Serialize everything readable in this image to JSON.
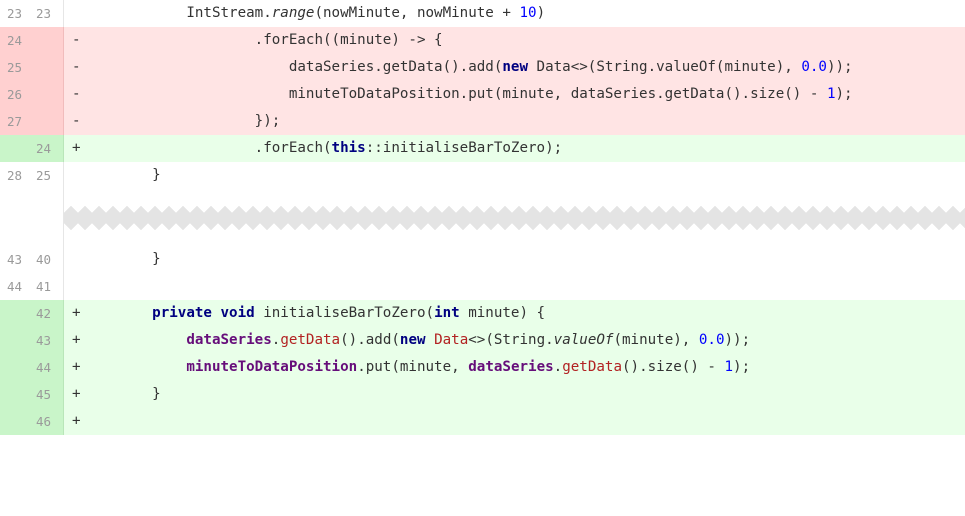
{
  "colors": {
    "deleted_bg": "#ffe4e4",
    "deleted_gutter": "#ffd0d0",
    "added_bg": "#e9ffe9",
    "added_gutter": "#c9f5c9",
    "keyword": "#000080",
    "number": "#0000ff",
    "field": "#660e7a",
    "method_call": "#b22222"
  },
  "lines": [
    {
      "old": "23",
      "new": "23",
      "sign": "",
      "type": "context"
    },
    {
      "old": "24",
      "new": "",
      "sign": "-",
      "type": "del"
    },
    {
      "old": "25",
      "new": "",
      "sign": "-",
      "type": "del"
    },
    {
      "old": "26",
      "new": "",
      "sign": "-",
      "type": "del"
    },
    {
      "old": "27",
      "new": "",
      "sign": "-",
      "type": "del"
    },
    {
      "old": "",
      "new": "24",
      "sign": "+",
      "type": "add"
    },
    {
      "old": "28",
      "new": "25",
      "sign": "",
      "type": "context"
    },
    {
      "old": "43",
      "new": "40",
      "sign": "",
      "type": "context"
    },
    {
      "old": "44",
      "new": "41",
      "sign": "",
      "type": "context"
    },
    {
      "old": "",
      "new": "42",
      "sign": "+",
      "type": "add"
    },
    {
      "old": "",
      "new": "43",
      "sign": "+",
      "type": "add"
    },
    {
      "old": "",
      "new": "44",
      "sign": "+",
      "type": "add"
    },
    {
      "old": "",
      "new": "45",
      "sign": "+",
      "type": "add"
    },
    {
      "old": "",
      "new": "46",
      "sign": "+",
      "type": "add"
    }
  ],
  "code": {
    "l0": {
      "a": "        IntStream.",
      "b": "range",
      "c": "(nowMinute, nowMinute + ",
      "d": "10",
      "e": ")"
    },
    "l1": {
      "a": "                .forEach((minute) -> {"
    },
    "l2": {
      "a": "                    dataSeries.getData().add(",
      "kw": "new",
      "b": " Data<>(String.valueOf(minute), ",
      "n": "0.0",
      "c": "));"
    },
    "l3": {
      "a": "                    minuteToDataPosition.put(minute, dataSeries.getData().size() - ",
      "n": "1",
      "c": ");"
    },
    "l4": {
      "a": "                });"
    },
    "l5": {
      "a": "                .forEach(",
      "kw": "this",
      "b": "::initialiseBarToZero);"
    },
    "l6": {
      "a": "    }"
    },
    "l7": {
      "a": "    }"
    },
    "l8": {
      "a": ""
    },
    "l9": {
      "pad": "    ",
      "kw1": "private",
      "sp1": " ",
      "kw2": "void",
      "a": " initialiseBarToZero(",
      "kw3": "int",
      "b": " minute) {"
    },
    "l10": {
      "pad": "        ",
      "f": "dataSeries",
      "dot": ".",
      "m": "getData",
      "a": "().add(",
      "kw": "new",
      "sp": " ",
      "t": "Data",
      "b": "<>(String.",
      "i": "valueOf",
      "c": "(minute), ",
      "n": "0.0",
      "d": "));"
    },
    "l11": {
      "pad": "        ",
      "f": "minuteToDataPosition",
      "a": ".put(minute, ",
      "f2": "dataSeries",
      "dot": ".",
      "m": "getData",
      "b": "().size() - ",
      "n": "1",
      "c": ");"
    },
    "l12": {
      "a": "    }"
    },
    "l13": {
      "a": ""
    }
  }
}
